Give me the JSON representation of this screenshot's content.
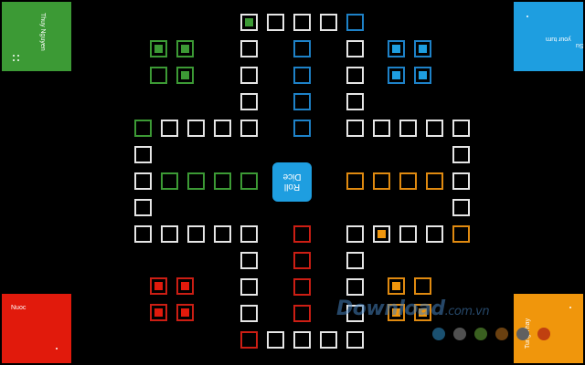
{
  "players": {
    "green": {
      "name": "Thuy Nguyen",
      "color": "#3c9a35",
      "token_color": "#3c9a35"
    },
    "blue": {
      "name": "Su",
      "status": "your turn",
      "color": "#1e9ee0",
      "token_color": "#1e9ee0"
    },
    "red": {
      "name": "Nuoc",
      "color": "#e11a0c",
      "token_color": "#e11a0c"
    },
    "orange": {
      "name": "Tung Thay",
      "color": "#f0960c",
      "token_color": "#f0960c"
    }
  },
  "roll_button": {
    "line1": "Roll",
    "line2": "Dice"
  },
  "watermark": {
    "text": "Download",
    "suffix": ".com.vn"
  },
  "watermark_dots": [
    "#1a5070",
    "#505050",
    "#3a6020",
    "#6a4010",
    "#606060",
    "#c04010"
  ]
}
